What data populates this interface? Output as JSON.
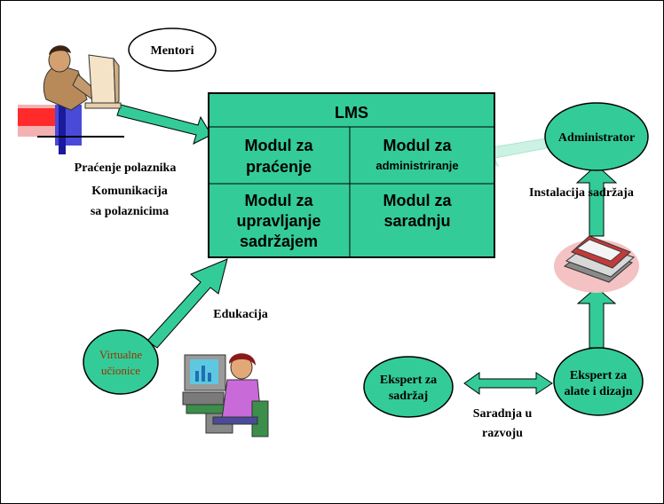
{
  "lms": {
    "title": "LMS",
    "modules": {
      "tracking": [
        "Modul za",
        "praćenje"
      ],
      "admin": [
        "Modul za",
        "administriranje"
      ],
      "content": [
        "Modul za",
        "upravljanje",
        "sadržajem"
      ],
      "collab": [
        "Modul za",
        "saradnju"
      ]
    }
  },
  "nodes": {
    "mentori": "Mentori",
    "administrator": "Administrator",
    "virtualne": [
      "Virtualne",
      "učionice"
    ],
    "ekspert_sadrzaj": [
      "Ekspert za",
      "sadržaj"
    ],
    "ekspert_alate": [
      "Ekspert za",
      "alate i dizajn"
    ]
  },
  "labels": {
    "pracenje": "Praćenje polaznika",
    "komunikacija": [
      "Komunikacija",
      "sa polaznicima"
    ],
    "instalacija": "Instalacija sadržaja",
    "edukacija": "Edukacija",
    "saradnja": [
      "Saradnja u",
      "razvoju"
    ]
  },
  "colors": {
    "green": "#33cc99",
    "green_light": "#ccf2e4",
    "admin_text": "#000000",
    "virtualne_text": "#993300"
  }
}
